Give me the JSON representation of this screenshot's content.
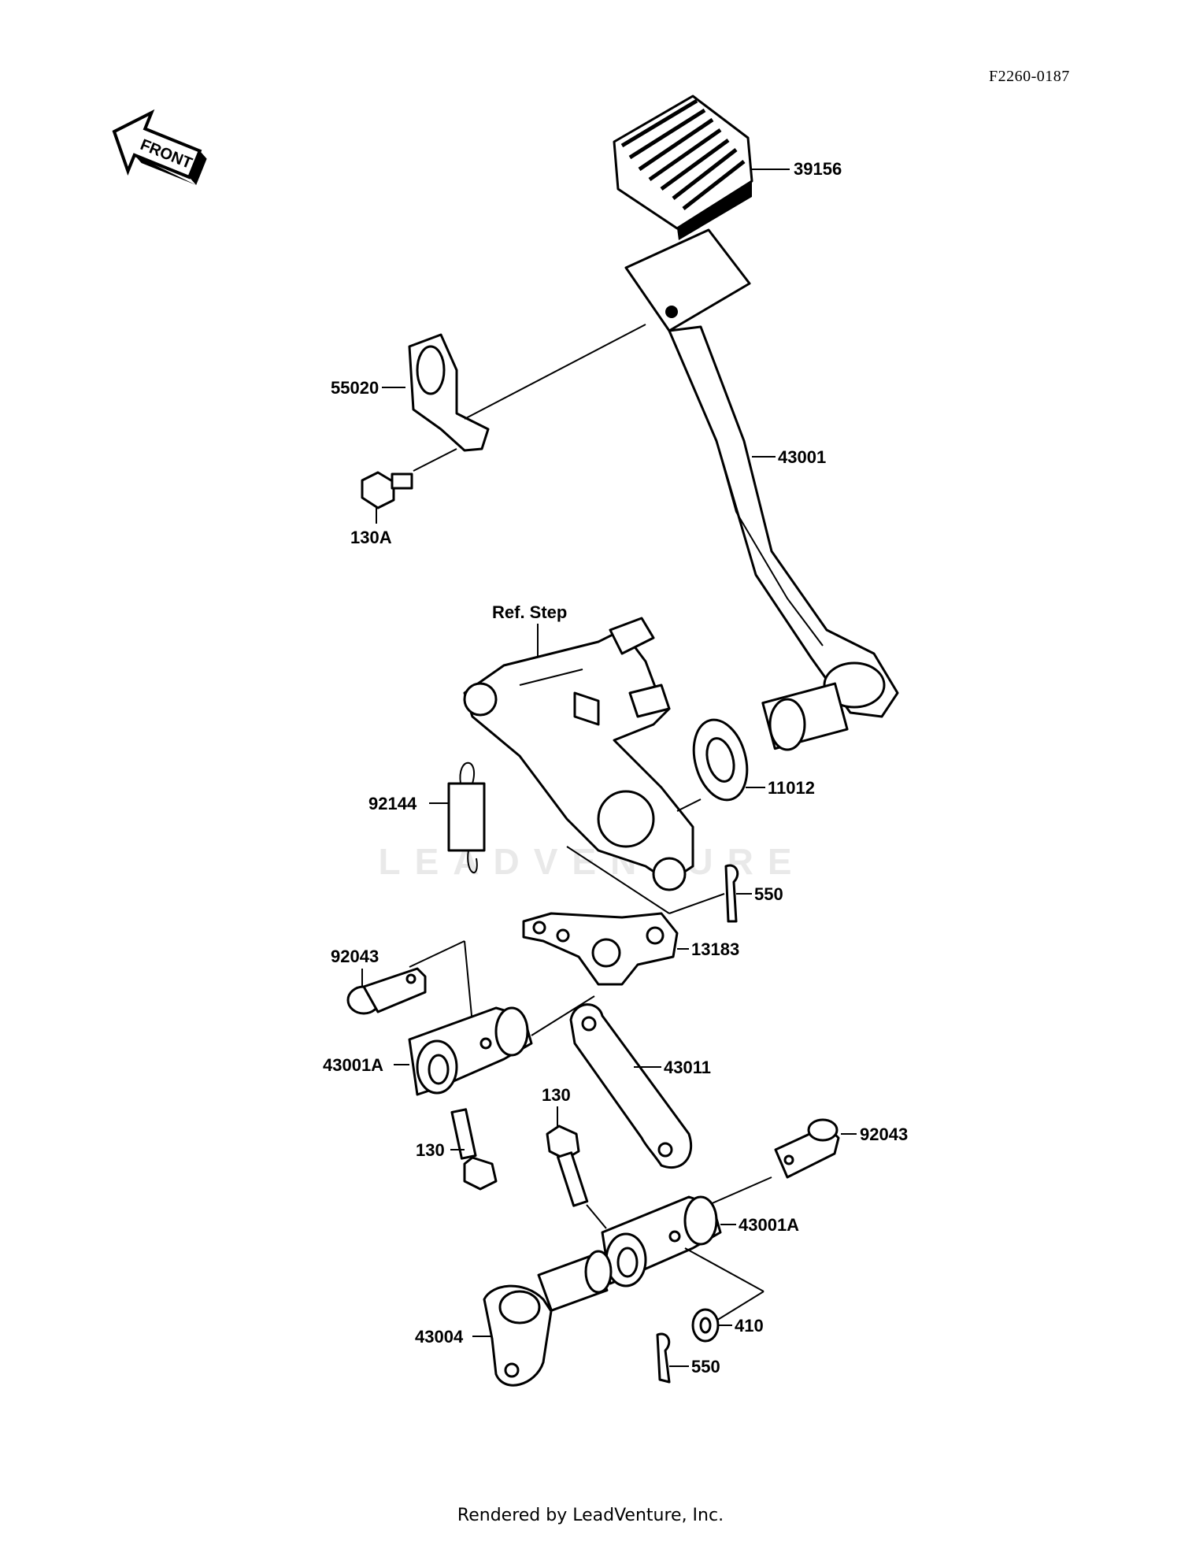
{
  "diagram_code": "F2260-0187",
  "front_arrow": "FRONT",
  "watermark": "LEADVENTURE",
  "footer": "Rendered by LeadVenture, Inc.",
  "labels": {
    "p39156": "39156",
    "p55020": "55020",
    "p130A": "130A",
    "p43001": "43001",
    "ref_step": "Ref. Step",
    "p92144": "92144",
    "p11012": "11012",
    "p550_top": "550",
    "p13183": "13183",
    "p92043_left": "92043",
    "p43001A_left": "43001A",
    "p43011": "43011",
    "p130_left": "130",
    "p130_mid": "130",
    "p92043_right": "92043",
    "p43001A_right": "43001A",
    "p43004": "43004",
    "p410": "410",
    "p550_bottom": "550"
  }
}
